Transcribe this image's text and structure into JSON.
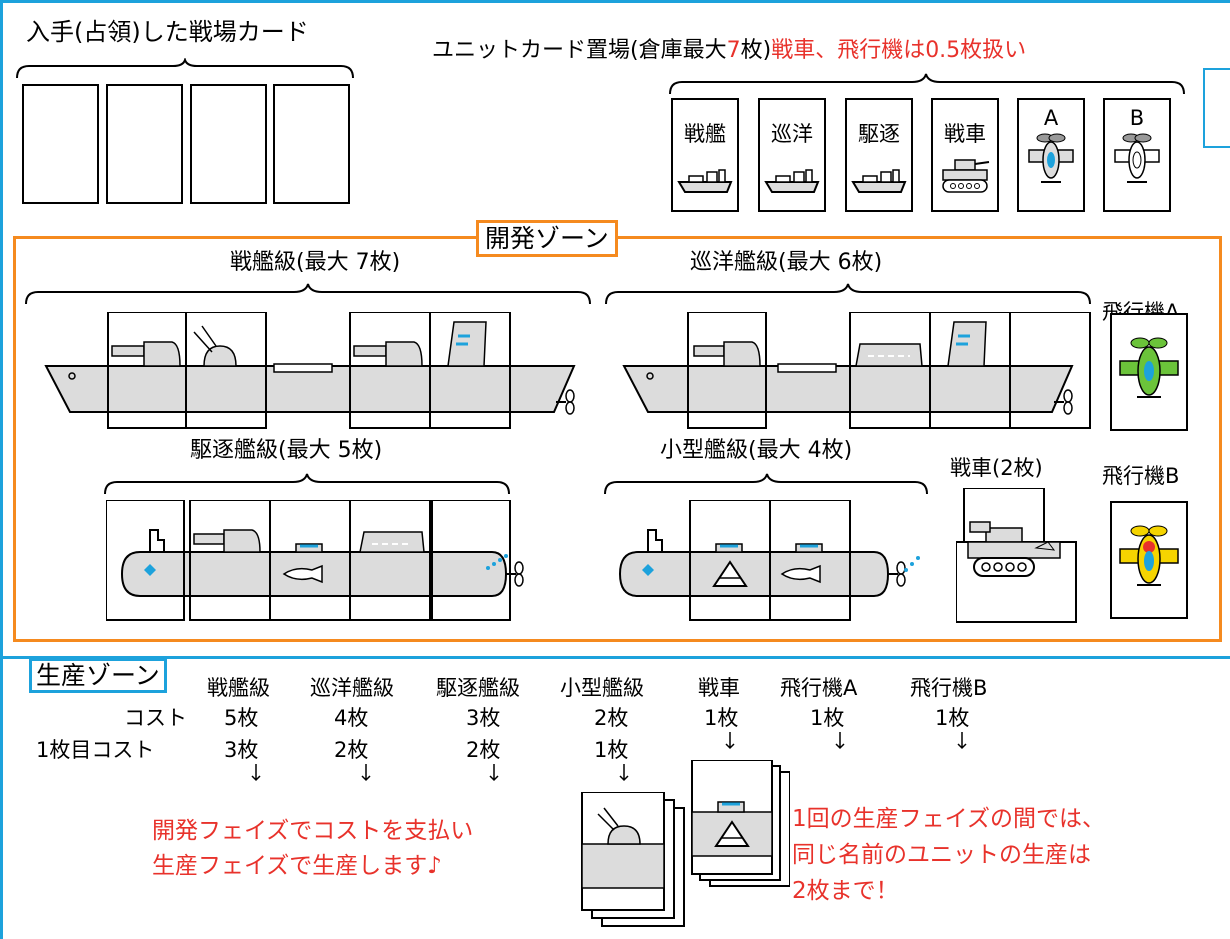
{
  "colors": {
    "frame_blue": "#1da2dc",
    "dev_orange": "#f58a1f",
    "red_text": "#e8322b",
    "hull_gray": "#dcdcdc",
    "blue_accent": "#1da2dc",
    "plane_green": "#6bc33a",
    "plane_yellow": "#f5d400"
  },
  "top": {
    "acquired_label": "入手(占領)した戦場カード",
    "storage_label": "ユニットカード置場(倉庫最大",
    "storage_num": "7",
    "storage_label2": "枚)",
    "storage_note": "戦車、飛行機は0.5枚扱い",
    "units": [
      {
        "label": "戦艦",
        "icon": "ship-icon"
      },
      {
        "label": "巡洋",
        "icon": "ship-icon"
      },
      {
        "label": "駆逐",
        "icon": "ship-icon"
      },
      {
        "label": "戦車",
        "icon": "tank-icon"
      },
      {
        "label": "A",
        "icon": "plane-icon"
      },
      {
        "label": "B",
        "icon": "plane-icon"
      }
    ]
  },
  "dev": {
    "title": "開発ゾーン",
    "battleship": "戦艦級(最大 7枚)",
    "cruiser": "巡洋艦級(最大 6枚)",
    "plane_a": "飛行機A",
    "destroyer": "駆逐艦級(最大 5枚)",
    "small": "小型艦級(最大 4枚)",
    "tank": "戦車(2枚)",
    "plane_b": "飛行機B"
  },
  "prod": {
    "title": "生産ゾーン",
    "row_cost": "コスト",
    "row_first": "1枚目コスト",
    "columns": [
      {
        "name": "戦艦級",
        "cost": "5枚",
        "first": "3枚"
      },
      {
        "name": "巡洋艦級",
        "cost": "4枚",
        "first": "2枚"
      },
      {
        "name": "駆逐艦級",
        "cost": "3枚",
        "first": "2枚"
      },
      {
        "name": "小型艦級",
        "cost": "2枚",
        "first": "1枚"
      },
      {
        "name": "戦車",
        "cost": "1枚",
        "first": ""
      },
      {
        "name": "飛行機A",
        "cost": "1枚",
        "first": ""
      },
      {
        "name": "飛行機B",
        "cost": "1枚",
        "first": ""
      }
    ],
    "note_left_1": "開発フェイズでコストを支払い",
    "note_left_2": "生産フェイズで生産します♪",
    "note_right_1": "1回の生産フェイズの間では、",
    "note_right_2": "同じ名前のユニットの生産は",
    "note_right_3": "2枚まで！"
  }
}
